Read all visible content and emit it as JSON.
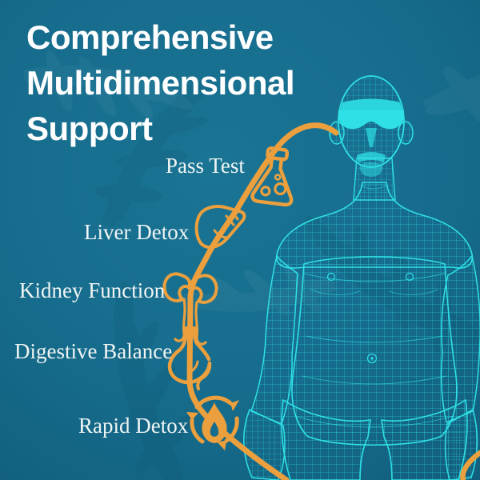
{
  "title": {
    "lines": [
      "Comprehensive",
      "Multidimensional",
      "Support"
    ]
  },
  "items": [
    {
      "label": "Pass Test",
      "icon": "flask-icon"
    },
    {
      "label": "Liver Detox",
      "icon": "liver-icon"
    },
    {
      "label": "Kidney Function",
      "icon": "kidneys-icon"
    },
    {
      "label": "Digestive Balance",
      "icon": "stomach-icon"
    },
    {
      "label": "Rapid Detox",
      "icon": "flame-cycle-icon"
    }
  ],
  "colors": {
    "background": "#166c8c",
    "wireframe": "#2fe0e6",
    "accent": "#ec9f3d",
    "text": "#ffffff",
    "label_text": "#f0f5f4"
  }
}
